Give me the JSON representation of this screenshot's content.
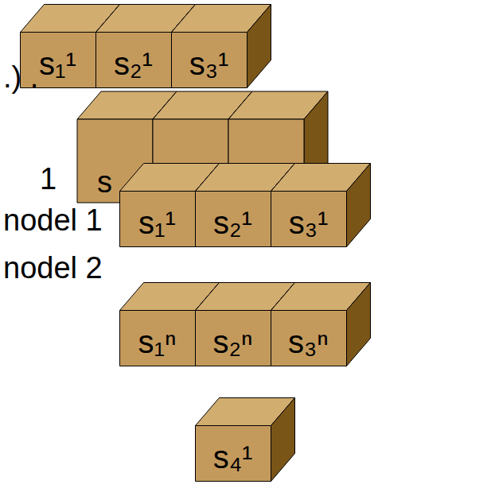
{
  "diagram": {
    "nodes": [
      {
        "text": [
          "s₁¹"
        ]
      },
      {
        "text": [
          "s₂¹"
        ]
      },
      {
        "text": [
          "s₃¹"
        ]
      },
      {
        "text": [
          "s₁¹"
        ]
      },
      {
        "text": [
          "s₂¹"
        ]
      },
      {
        "text": [
          "s₃¹"
        ]
      },
      {
        "text": [
          "s₁ⁿ"
        ]
      },
      {
        "text": [
          "s₂ⁿ"
        ]
      },
      {
        "text": [
          "s₃ⁿ"
        ]
      },
      {
        "text": [
          "s₄¹"
        ]
      }
    ],
    "labels": [
      ".) .",
      "s",
      "1",
      "nodel 1",
      "nodel 2"
    ]
  }
}
